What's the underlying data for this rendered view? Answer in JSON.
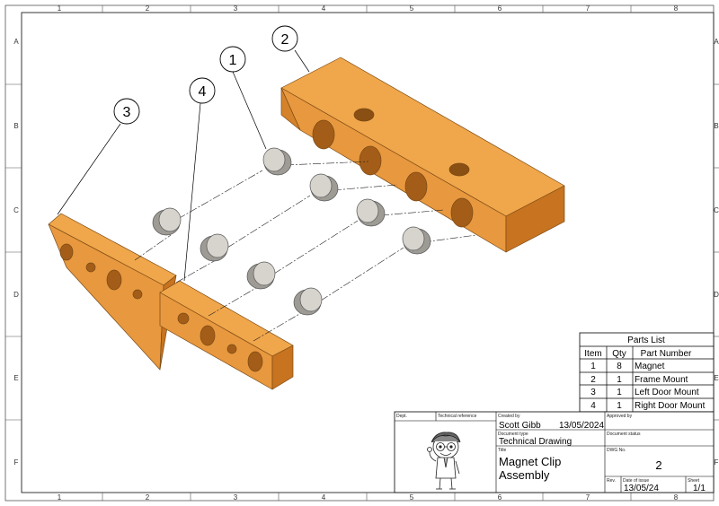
{
  "zones": {
    "columns": [
      "1",
      "2",
      "3",
      "4",
      "5",
      "6",
      "7",
      "8"
    ],
    "rows": [
      "A",
      "B",
      "C",
      "D",
      "E",
      "F"
    ]
  },
  "balloons": [
    "1",
    "2",
    "3",
    "4"
  ],
  "parts_list": {
    "title": "Parts List",
    "headers": [
      "Item",
      "Qty",
      "Part Number"
    ],
    "rows": [
      [
        "1",
        "8",
        "Magnet"
      ],
      [
        "2",
        "1",
        "Frame Mount"
      ],
      [
        "3",
        "1",
        "Left Door Mount"
      ],
      [
        "4",
        "1",
        "Right Door Mount"
      ]
    ]
  },
  "title_block": {
    "dept_label": "Dept.",
    "tech_ref_label": "Technical reference",
    "created_by_label": "Created by",
    "created_by": "Scott Gibb",
    "created_date": "13/05/2024",
    "approved_by_label": "Approved by",
    "doc_type_label": "Document type",
    "doc_type": "Technical Drawing",
    "doc_status_label": "Document status",
    "title_label": "Title",
    "title_line1": "Magnet Clip",
    "title_line2": "Assembly",
    "dwg_no_label": "DWG No.",
    "dwg_no": "2",
    "rev_label": "Rev.",
    "date_of_issue_label": "Date of issue",
    "date_of_issue": "13/05/24",
    "sheet_label": "Sheet",
    "sheet": "1/1"
  },
  "colors": {
    "part": "#e8983e",
    "part_top": "#f0a64a",
    "part_dark": "#c77320",
    "magnet": "#c9c6c0"
  }
}
